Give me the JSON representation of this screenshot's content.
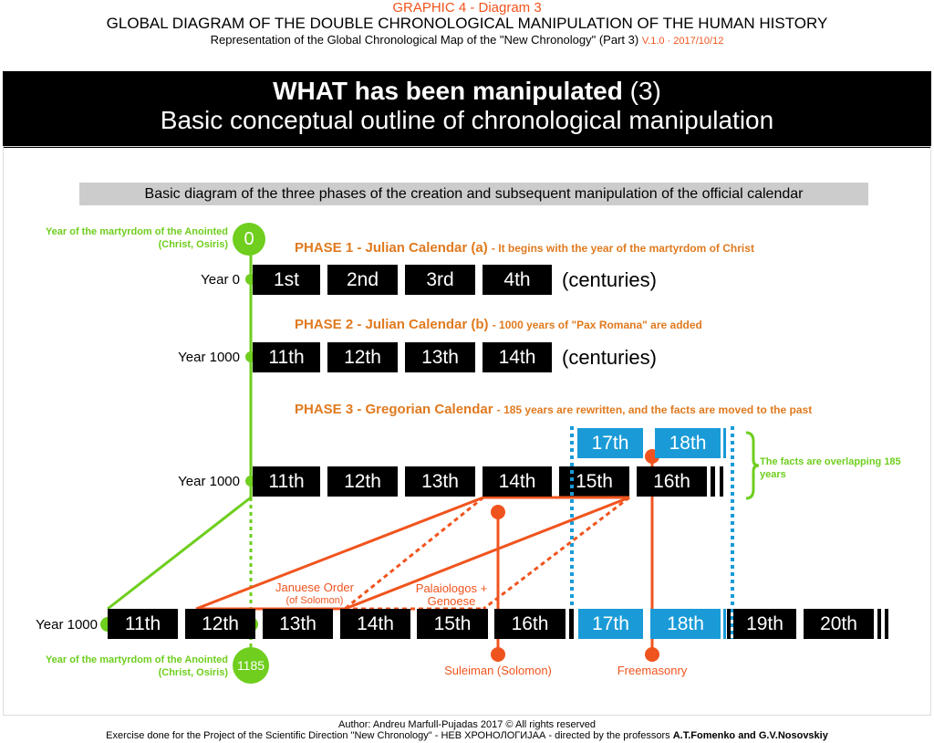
{
  "header": {
    "graphic": "GRAPHIC 4 - Diagram 3",
    "title": "GLOBAL DIAGRAM OF THE DOUBLE CHRONOLOGICAL MANIPULATION OF THE HUMAN HISTORY",
    "subtitle": "Representation of the Global Chronological Map of the \"New Chronology\" (Part 3)",
    "version": "V.1.0  ·  2017/10/12"
  },
  "banner": {
    "title_bold": "WHAT has been manipulated",
    "title_num": "(3)",
    "subtitle": "Basic conceptual outline of chronological manipulation"
  },
  "section_title": "Basic diagram of the three phases of the creation and subsequent manipulation of the official calendar",
  "top_label": "Year of the martyrdom of the Anointed (Christ, Osiris)",
  "top_circle": "0",
  "bottom_label": "Year of the martyrdom of the Anointed (Christ, Osiris)",
  "bottom_circle": "1185",
  "phase1": {
    "title": "PHASE 1 - Julian Calendar (a)",
    "note": "- It begins with the year of the martyrdom of Christ",
    "year": "Year 0",
    "centuries": [
      "1st",
      "2nd",
      "3rd",
      "4th"
    ],
    "unit": "(centuries)"
  },
  "phase2": {
    "title": "PHASE 2 - Julian Calendar (b)",
    "note": "- 1000 years of \"Pax Romana\" are added",
    "year": "Year 1000",
    "centuries": [
      "11th",
      "12th",
      "13th",
      "14th"
    ],
    "unit": "(centuries)"
  },
  "phase3": {
    "title": "PHASE 3 - Gregorian Calendar",
    "note": "- 185 years are rewritten, and the facts are moved to the past",
    "year": "Year 1000",
    "centuries": [
      "11th",
      "12th",
      "13th",
      "14th",
      "15th",
      "16th"
    ],
    "upper": [
      "17th",
      "18th"
    ],
    "overlap": "The facts are overlapping 185 years"
  },
  "final": {
    "year": "Year 1000",
    "centuries": [
      "11th",
      "12th",
      "13th",
      "14th",
      "15th",
      "16th",
      "17th",
      "18th",
      "19th",
      "20th"
    ]
  },
  "annotations": {
    "januese": "Januese Order",
    "januese_sub": "(of Solomon)",
    "palaiologos": "Palaiologos +",
    "genoese": "Genoese",
    "suleiman": "Suleiman (Solomon)",
    "freemasonry": "Freemasonry"
  },
  "footer": {
    "author": "Author: Andreu Marfull-Pujadas 2017 © All rights reserved",
    "exercise": "Exercise done for the Project of the Scientific Direction \"New Chronology\" - НЕВ ХРОНОЛОГИJАА - directed by the professors",
    "professors": "A.T.Fomenko and G.V.Nosovskiy"
  }
}
